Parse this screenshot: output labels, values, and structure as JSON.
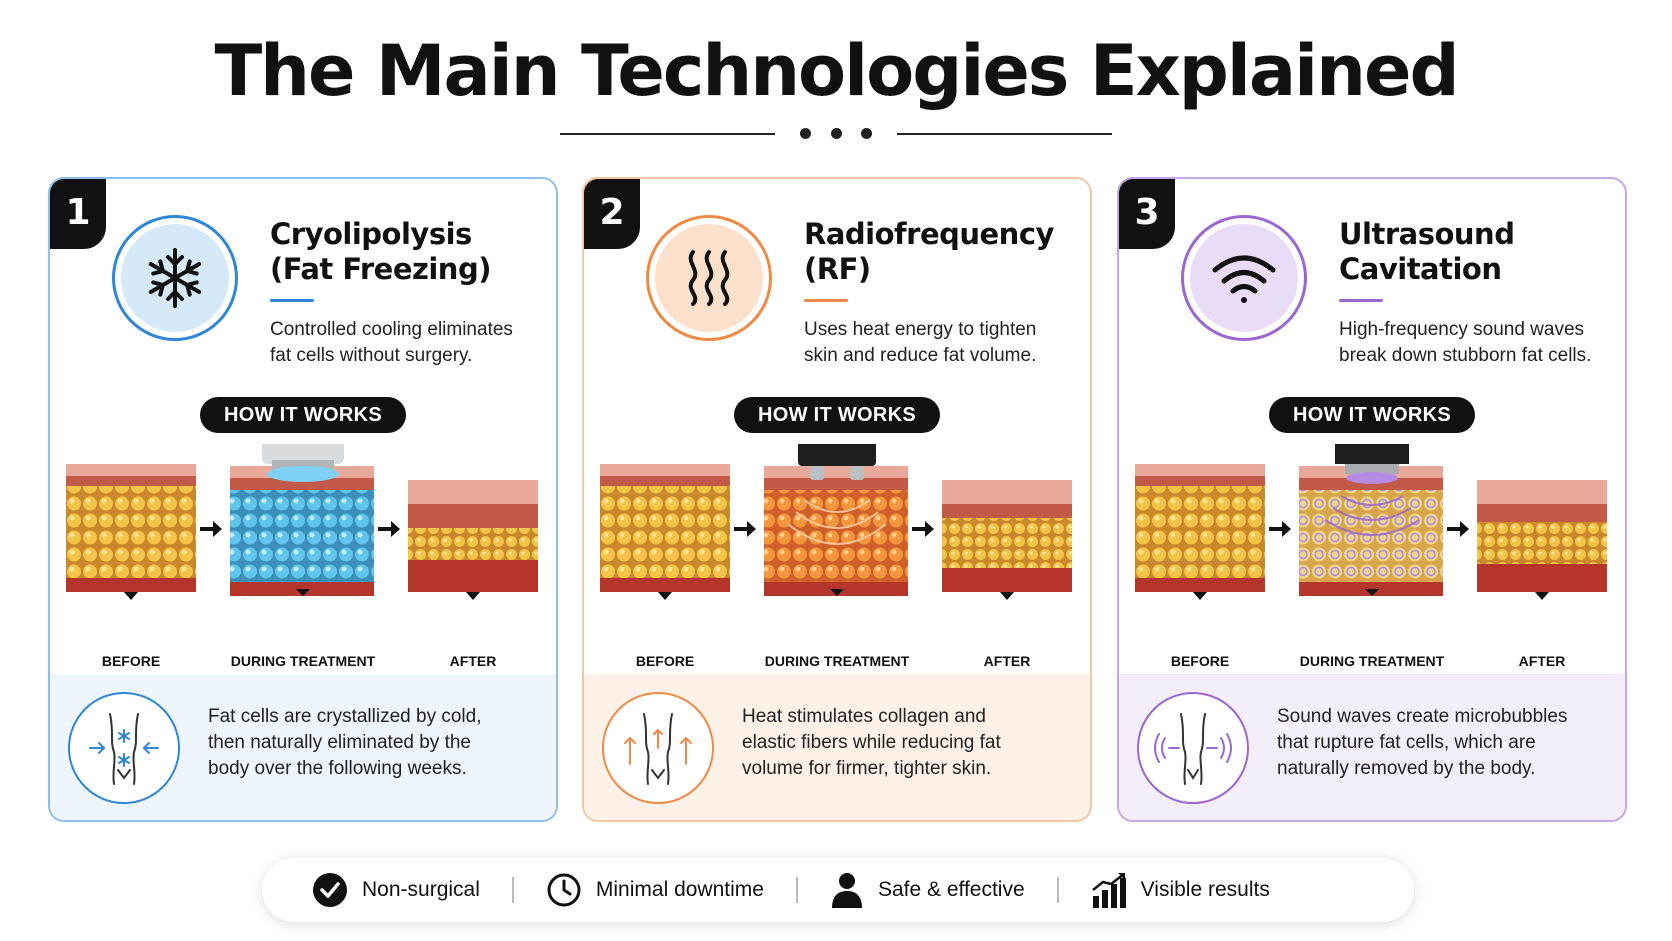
{
  "title": "The Main Technologies Explained",
  "cards": [
    {
      "number": "1",
      "name_line1": "Cryolipolysis",
      "name_line2": "(Fat Freezing)",
      "desc_line1": "Controlled cooling eliminates",
      "desc_line2": "fat cells without surgery.",
      "how_label": "HOW IT WORKS",
      "icon": "snowflake-icon",
      "stage_before": "BEFORE",
      "stage_during": "DURING TREATMENT",
      "stage_after": "AFTER",
      "bottom_line1": "Fat cells are crystallized by cold,",
      "bottom_line2": "then naturally eliminated by the",
      "bottom_line3": "body over the following weeks.",
      "accent": "#2f86d6",
      "border": "#8fbfe8",
      "soft": "#d6e9f8",
      "soft_bg": "#eef5fc"
    },
    {
      "number": "2",
      "name_line1": "Radiofrequency",
      "name_line2": "(RF)",
      "desc_line1": "Uses heat energy to tighten",
      "desc_line2": "skin and reduce fat volume.",
      "how_label": "HOW IT WORKS",
      "icon": "heat-waves-icon",
      "stage_before": "BEFORE",
      "stage_during": "DURING TREATMENT",
      "stage_after": "AFTER",
      "bottom_line1": "Heat stimulates collagen and",
      "bottom_line2": "elastic fibers while reducing fat",
      "bottom_line3": "volume for firmer, tighter skin.",
      "accent": "#ee8a45",
      "border": "#f4c6a2",
      "soft": "#fbe0cc",
      "soft_bg": "#fdf1e8"
    },
    {
      "number": "3",
      "name_line1": "Ultrasound",
      "name_line2": "Cavitation",
      "desc_line1": "High-frequency sound waves",
      "desc_line2": "break down stubborn fat cells.",
      "how_label": "HOW IT WORKS",
      "icon": "wifi-waves-icon",
      "stage_before": "BEFORE",
      "stage_during": "DURING TREATMENT",
      "stage_after": "AFTER",
      "bottom_line1": "Sound waves create microbubbles",
      "bottom_line2": "that rupture fat cells, which are",
      "bottom_line3": "naturally removed by the body.",
      "accent": "#9a66cf",
      "border": "#c6a8e6",
      "soft": "#e8dcf6",
      "soft_bg": "#f4eefb"
    }
  ],
  "features": [
    {
      "label": "Non-surgical",
      "icon": "check-circle-icon"
    },
    {
      "label": "Minimal downtime",
      "icon": "clock-icon"
    },
    {
      "label": "Safe & effective",
      "icon": "person-icon"
    },
    {
      "label": "Visible results",
      "icon": "bar-chart-icon"
    }
  ]
}
